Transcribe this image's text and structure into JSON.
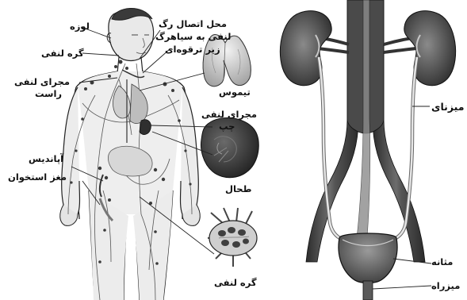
{
  "lymphatic": {
    "labels": {
      "tonsil": "لوزه",
      "lymph_node_top": "گره لنفی",
      "right_duct_l1": "مجرای لنفی",
      "right_duct_l2": "راست",
      "junction_l1": "محل اتصال رگ",
      "junction_l2": "لنفی به سیاهرگ",
      "junction_l3": "زیر ترقوه‌ای",
      "thymus": "تیموس",
      "left_duct_l1": "مجرای لنفی",
      "left_duct_l2": "چپ",
      "appendix": "آپاندیس",
      "bone_marrow": "مغز استخوان",
      "spleen": "طحال",
      "lymph_node_bottom": "گره لنفی"
    }
  },
  "urinary": {
    "labels": {
      "ureter": "میزنای",
      "bladder": "مثانه",
      "urethra": "میزراه"
    }
  },
  "colors": {
    "background": "#ffffff",
    "line": "#222222",
    "organ_dark": "#3a3a3a",
    "organ_mid": "#6e6e6e",
    "organ_light": "#bdbdbd",
    "skin": "#e6e6e6"
  }
}
